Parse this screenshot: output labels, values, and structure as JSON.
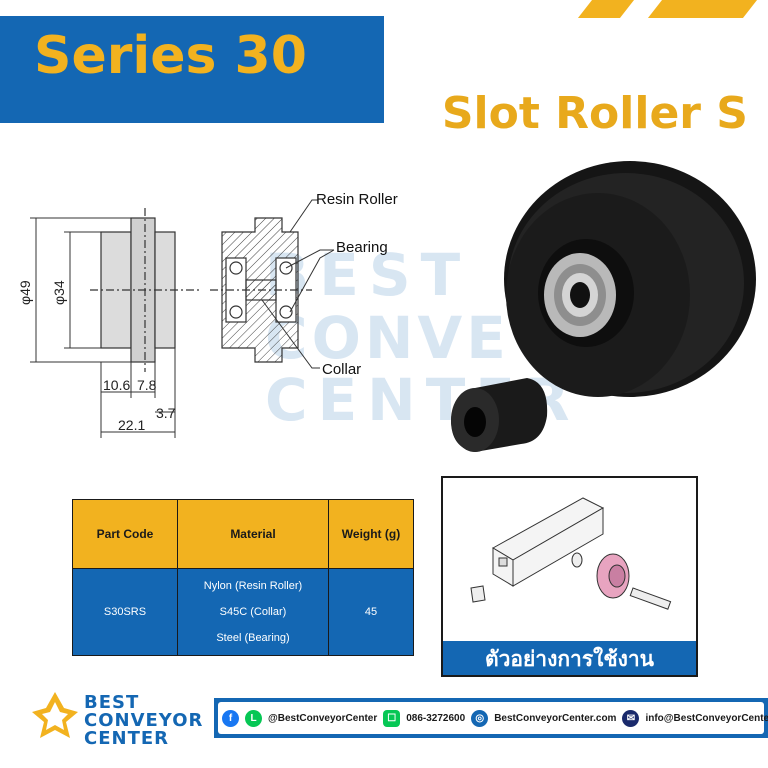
{
  "header": {
    "series": "Series 30",
    "product": "Slot Roller S"
  },
  "drawing": {
    "labels": {
      "resin_roller": "Resin Roller",
      "bearing": "Bearing",
      "collar": "Collar"
    },
    "dimensions": {
      "outer_dia": "φ49",
      "inner_dia": "φ34",
      "width_a": "10.6",
      "width_b": "7.8",
      "width_c": "3.7",
      "total": "22.1"
    }
  },
  "watermark": {
    "line1": "BEST",
    "line2": "CONVEYOR",
    "line3": "CENTER"
  },
  "spec_table": {
    "headers": [
      "Part Code",
      "Material",
      "Weight (g)"
    ],
    "row": {
      "part_code": "S30SRS",
      "materials": [
        "Nylon (Resin Roller)",
        "S45C (Collar)",
        "Steel (Bearing)"
      ],
      "weight": "45"
    }
  },
  "example": {
    "label": "ตัวอย่างการใช้งาน"
  },
  "footer": {
    "logo": {
      "line1": "BEST",
      "line2": "CONVEYOR",
      "line3": "CENTER"
    },
    "social": "@BestConveyorCenter",
    "phone": "086-3272600",
    "website": "BestConveyorCenter.com",
    "email": "info@BestConveyorCenter.com"
  },
  "colors": {
    "brand_blue": "#1467B3",
    "brand_yellow": "#F2B21F"
  }
}
